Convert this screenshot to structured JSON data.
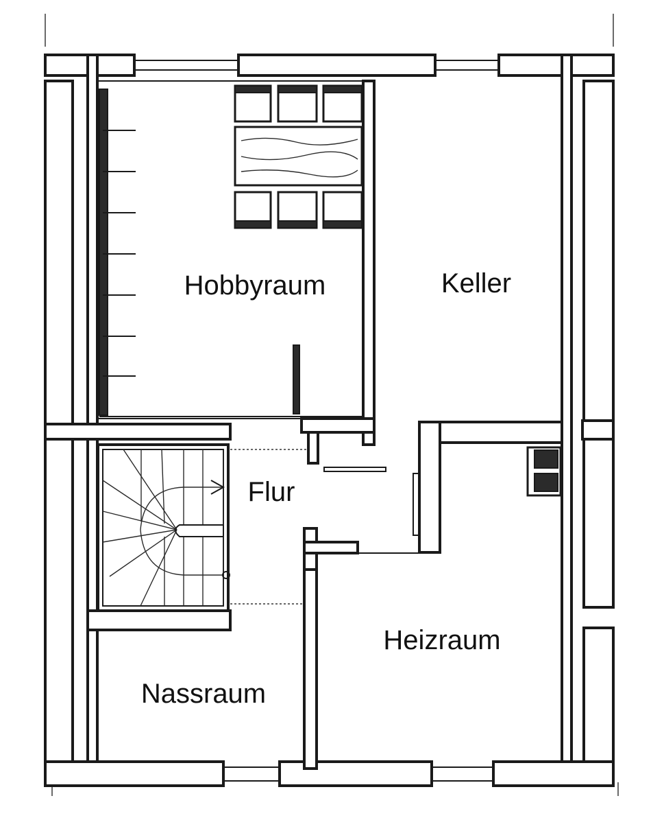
{
  "floor_plan": {
    "rooms": {
      "hobbyraum": "Hobbyraum",
      "keller": "Keller",
      "flur": "Flur",
      "heizraum": "Heizraum",
      "nassraum": "Nassraum"
    }
  }
}
